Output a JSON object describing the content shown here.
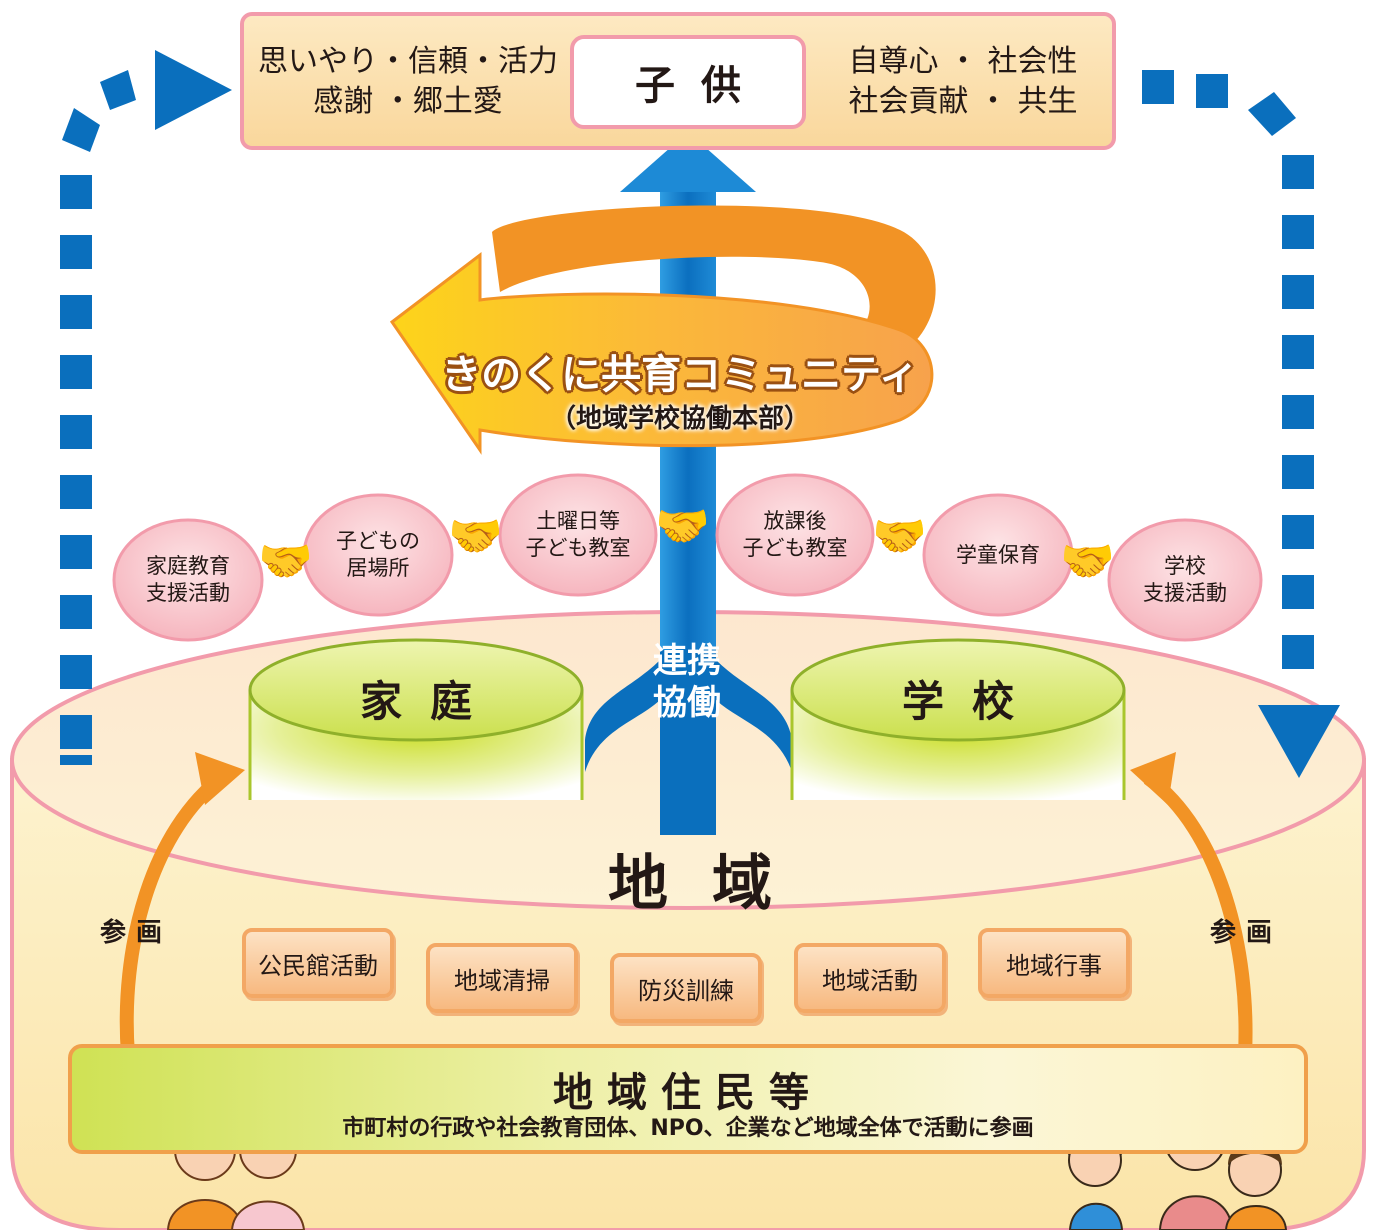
{
  "top": {
    "values_left": [
      "思いやり・信頼・活力",
      "感謝 ・郷土愛"
    ],
    "child": "子供",
    "values_right": [
      "自尊心 ・ 社会性",
      "社会貢献 ・ 共生"
    ]
  },
  "community": {
    "title": "きのくに共育コミュニティ",
    "subtitle": "（地域学校協働本部）"
  },
  "bubbles": [
    [
      "家庭教育",
      "支援活動"
    ],
    [
      "子どもの",
      "居場所"
    ],
    [
      "土曜日等",
      "子ども教室"
    ],
    [
      "放課後",
      "子ども教室"
    ],
    [
      "学童保育"
    ],
    [
      "学校",
      "支援活動"
    ]
  ],
  "katei": "家庭",
  "gakko": "学校",
  "renkei": [
    "連携",
    "協働"
  ],
  "chiiki": "地域",
  "sankaku_left": "参画",
  "sankaku_right": "参画",
  "activities": [
    "公民館活動",
    "地域清掃",
    "防災訓練",
    "地域活動",
    "地域行事"
  ],
  "residents": {
    "title": "地域住民等",
    "subtitle": "市町村の行政や社会教育団体、NPO、企業など地域全体で活動に参画"
  },
  "colors": {
    "blue": "#0a6fbd",
    "orange": "#f29325",
    "pink_border": "#f29bab",
    "green": "#c6dc2a",
    "cream": "#fdf0c4"
  },
  "icons": [
    "handshake-icon",
    "family-illustration-left",
    "family-illustration-right"
  ]
}
